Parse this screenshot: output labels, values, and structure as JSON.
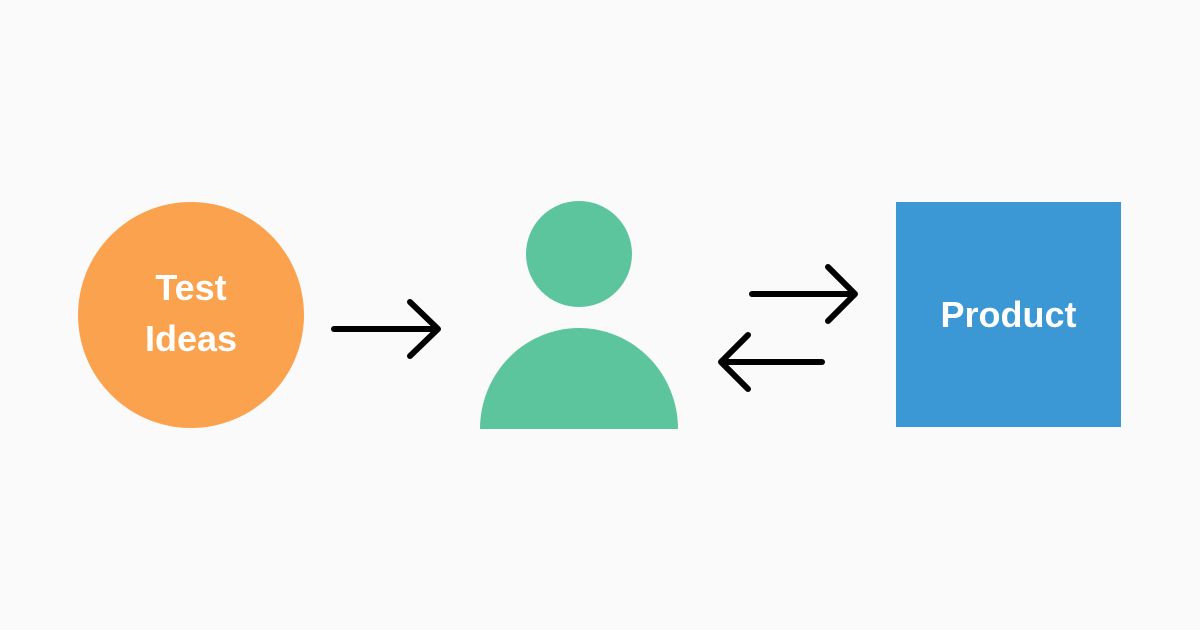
{
  "nodes": {
    "ideas": {
      "lines": [
        "Test",
        "Ideas"
      ],
      "color": "#fba24f"
    },
    "user": {
      "icon": "person-icon",
      "color": "#5cc59e"
    },
    "product": {
      "label": "Product",
      "color": "#3c97d5"
    }
  },
  "edges": [
    {
      "from": "ideas",
      "to": "user"
    },
    {
      "from": "user",
      "to": "product"
    },
    {
      "from": "product",
      "to": "user"
    }
  ],
  "colors": {
    "background": "#fafafa",
    "arrow": "#000000",
    "text": "#ffffff"
  }
}
